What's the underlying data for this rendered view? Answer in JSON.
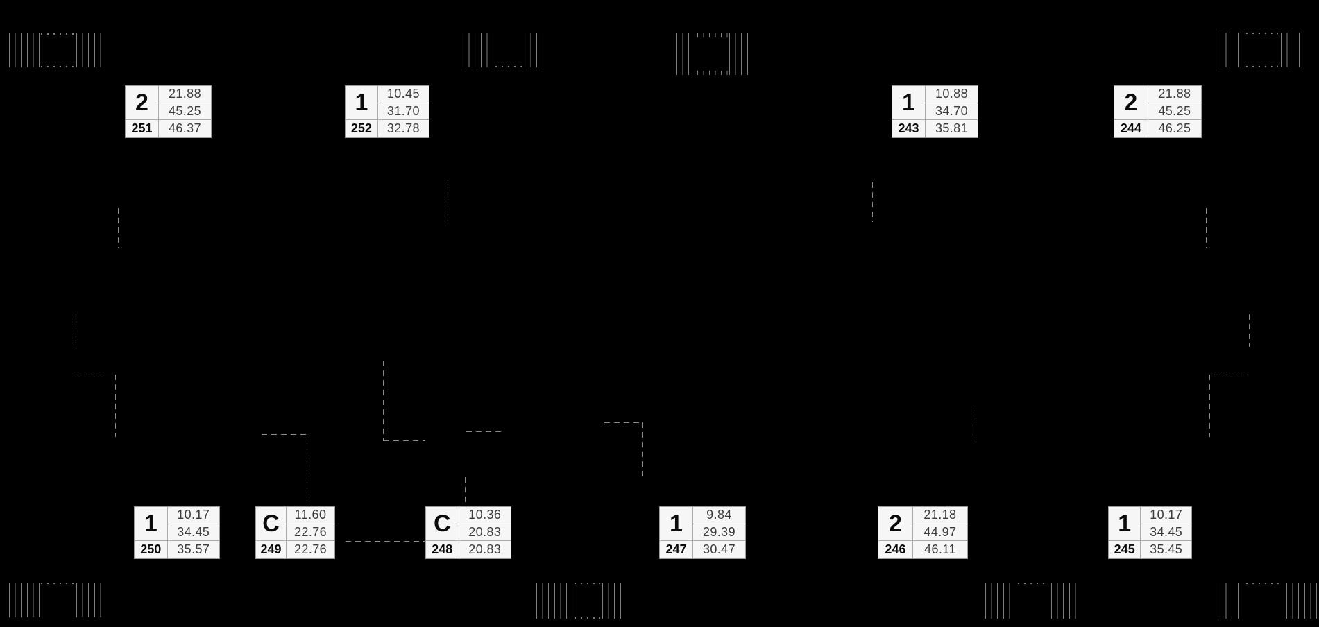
{
  "plan": {
    "background": "#000000",
    "hatch_line_color": "#7f7f7f",
    "dash_color": "#8a8a8a",
    "label_bg": "#f6f6f6",
    "label_border": "#9c9c9c"
  },
  "units": [
    {
      "number": "251",
      "type": "2",
      "area_top": "21.88",
      "area_mid": "45.25",
      "area_total": "46.37"
    },
    {
      "number": "252",
      "type": "1",
      "area_top": "10.45",
      "area_mid": "31.70",
      "area_total": "32.78"
    },
    {
      "number": "243",
      "type": "1",
      "area_top": "10.88",
      "area_mid": "34.70",
      "area_total": "35.81"
    },
    {
      "number": "244",
      "type": "2",
      "area_top": "21.88",
      "area_mid": "45.25",
      "area_total": "46.25"
    },
    {
      "number": "250",
      "type": "1",
      "area_top": "10.17",
      "area_mid": "34.45",
      "area_total": "35.57"
    },
    {
      "number": "249",
      "type": "C",
      "area_top": "11.60",
      "area_mid": "22.76",
      "area_total": "22.76"
    },
    {
      "number": "248",
      "type": "C",
      "area_top": "10.36",
      "area_mid": "20.83",
      "area_total": "20.83"
    },
    {
      "number": "247",
      "type": "1",
      "area_top": "9.84",
      "area_mid": "29.39",
      "area_total": "30.47"
    },
    {
      "number": "246",
      "type": "2",
      "area_top": "21.18",
      "area_mid": "44.97",
      "area_total": "46.11"
    },
    {
      "number": "245",
      "type": "1",
      "area_top": "10.17",
      "area_mid": "34.45",
      "area_total": "35.45"
    }
  ]
}
